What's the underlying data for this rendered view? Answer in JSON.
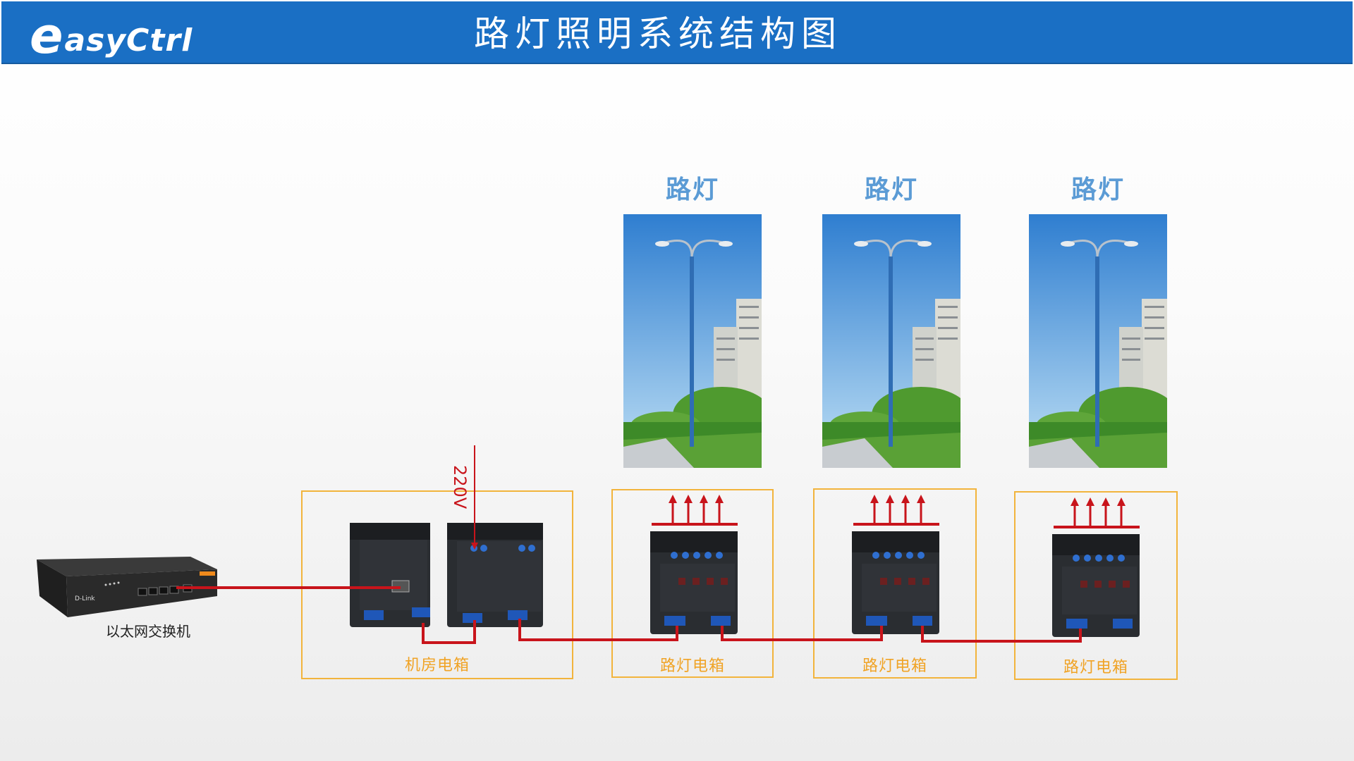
{
  "header": {
    "logo_e": "e",
    "logo_rest": "asyCtrl",
    "title": "路灯照明系统结构图"
  },
  "lamps": [
    {
      "label": "路灯"
    },
    {
      "label": "路灯"
    },
    {
      "label": "路灯"
    }
  ],
  "boxes": {
    "machine_room": "机房电箱",
    "street_1": "路灯电箱",
    "street_2": "路灯电箱",
    "street_3": "路灯电箱"
  },
  "switch": {
    "label": "以太网交换机",
    "brand": "D-Link"
  },
  "power": {
    "voltage": "220V"
  },
  "colors": {
    "header": "#1a6fc4",
    "wire": "#c8141b",
    "box_border": "#f2b43c",
    "lamp_label": "#5b9bd5"
  }
}
